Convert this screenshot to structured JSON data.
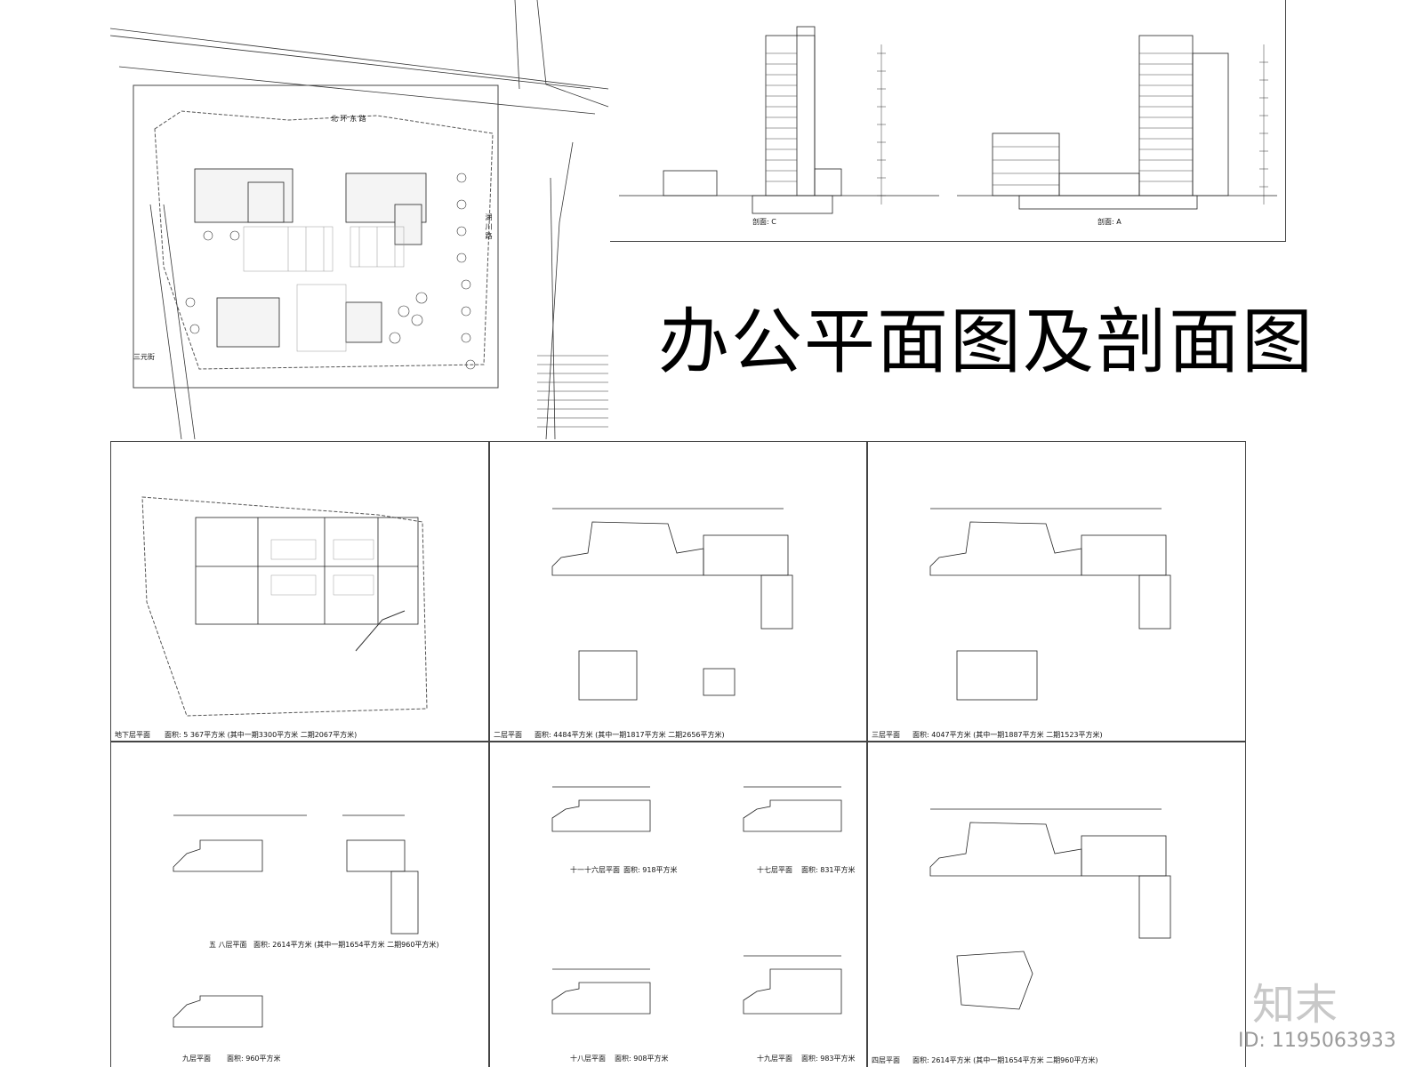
{
  "title": "办公平面图及剖面图",
  "brand": "知末",
  "id_label": "ID: 1195063933",
  "site_plan": {
    "road_top": "北 环 东 路",
    "road_right": "湖 川 路",
    "road_left": "三元街"
  },
  "section_c": "剖面: C",
  "section_a": "剖面: A",
  "basement": {
    "name": "地下层平面",
    "area": "面积: 5 367平方米 (其中一期3300平方米 二期2067平方米)"
  },
  "floor1": {
    "name": "二层平面",
    "area": "面积: 4484平方米 (其中一期1817平方米 二期2656平方米)"
  },
  "floor3": {
    "name": "三层平面",
    "area": "面积: 4047平方米 (其中一期1887平方米 二期1523平方米)"
  },
  "floor5_8": {
    "name": "五 八层平面",
    "area": "面积: 2614平方米 (其中一期1654平方米 二期960平方米)"
  },
  "floor9": {
    "name": "九层平面",
    "area": "面积: 960平方米"
  },
  "floor11_16": {
    "name": "十一十六层平面",
    "area": "面积: 918平方米"
  },
  "floor17": {
    "name": "十七层平面",
    "area": "面积: 831平方米"
  },
  "floor18": {
    "name": "十八层平面",
    "area": "面积: 908平方米"
  },
  "floor19": {
    "name": "十九层平面",
    "area": "面积: 983平方米"
  },
  "floor4": {
    "name": "四层平面",
    "area": "面积: 2614平方米 (其中一期1654平方米 二期960平方米)"
  }
}
